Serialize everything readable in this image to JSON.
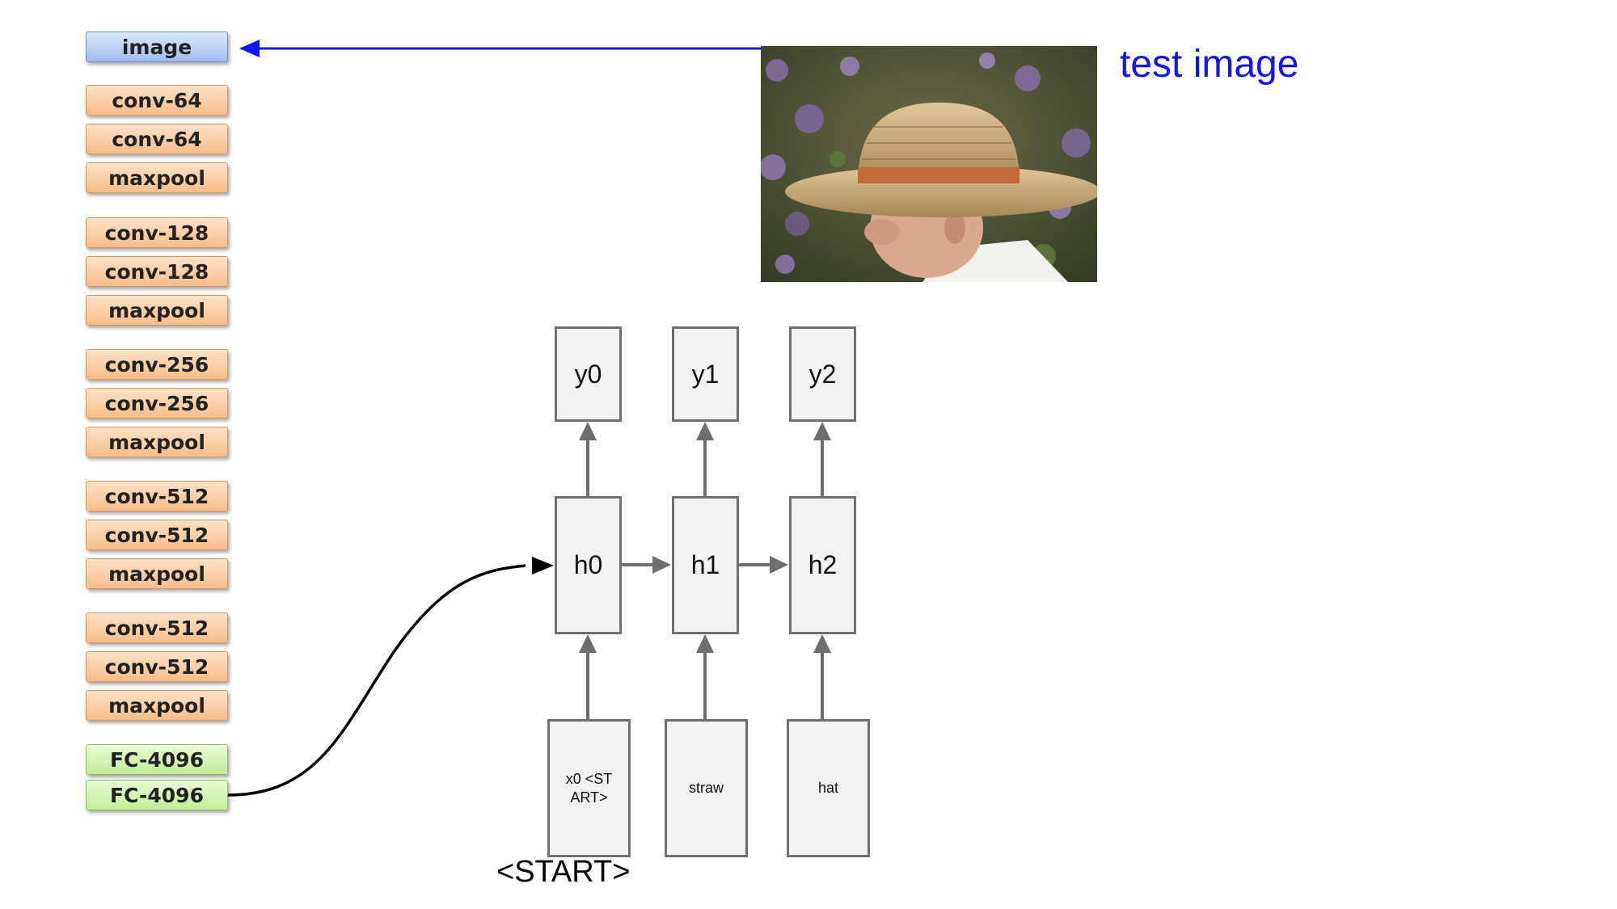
{
  "network": {
    "layers": [
      {
        "label": "image",
        "kind": "input"
      },
      {
        "label": "conv-64",
        "kind": "conv"
      },
      {
        "label": "conv-64",
        "kind": "conv"
      },
      {
        "label": "maxpool",
        "kind": "conv"
      },
      {
        "label": "conv-128",
        "kind": "conv"
      },
      {
        "label": "conv-128",
        "kind": "conv"
      },
      {
        "label": "maxpool",
        "kind": "conv"
      },
      {
        "label": "conv-256",
        "kind": "conv"
      },
      {
        "label": "conv-256",
        "kind": "conv"
      },
      {
        "label": "maxpool",
        "kind": "conv"
      },
      {
        "label": "conv-512",
        "kind": "conv"
      },
      {
        "label": "conv-512",
        "kind": "conv"
      },
      {
        "label": "maxpool",
        "kind": "conv"
      },
      {
        "label": "conv-512",
        "kind": "conv"
      },
      {
        "label": "conv-512",
        "kind": "conv"
      },
      {
        "label": "maxpool",
        "kind": "conv"
      },
      {
        "label": "FC-4096",
        "kind": "fc"
      },
      {
        "label": "FC-4096",
        "kind": "fc"
      }
    ]
  },
  "rnn": {
    "outputs": [
      "y0",
      "y1",
      "y2"
    ],
    "hidden": [
      "h0",
      "h1",
      "h2"
    ],
    "inputs": [
      "x0\n<START>",
      "straw",
      "hat"
    ]
  },
  "labels": {
    "test_image": "test image",
    "start": "<START>"
  },
  "colors": {
    "input_layer": "#9dbcf0",
    "conv_layer": "#f8bd8a",
    "fc_layer": "#c3ec99",
    "arrow_blue": "#1515e6",
    "label_blue": "#1515e6"
  }
}
